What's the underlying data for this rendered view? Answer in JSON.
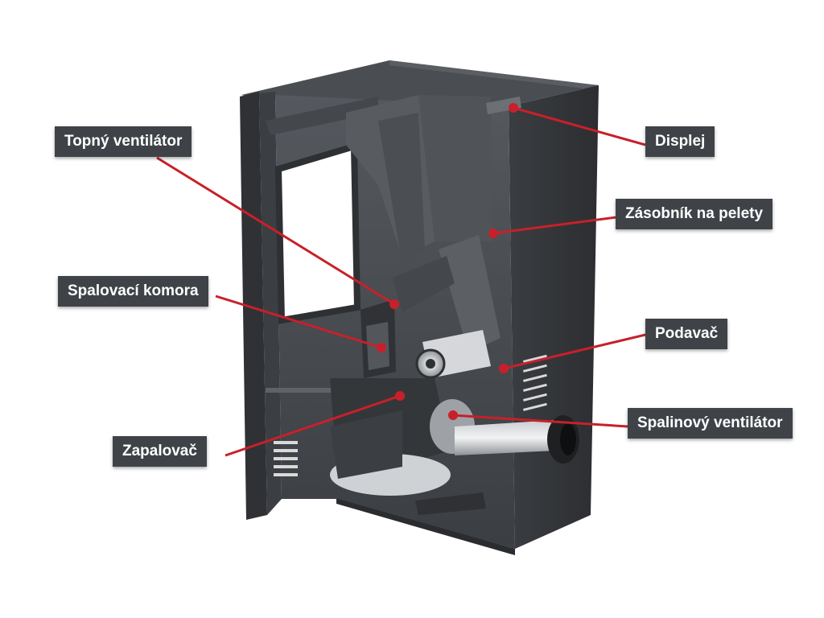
{
  "labels": {
    "topny_ventilator": "Topný ventilátor",
    "spalovaci_komora": "Spalovací komora",
    "zapalovac": "Zapalovač",
    "displej": "Displej",
    "zasobnik": "Zásobník na pelety",
    "podavac": "Podavač",
    "spalinovy_ventilator": "Spalinový ventilátor"
  },
  "colors": {
    "leader_line": "#c8202a",
    "label_background": "#3f4348",
    "label_text": "#ffffff"
  }
}
